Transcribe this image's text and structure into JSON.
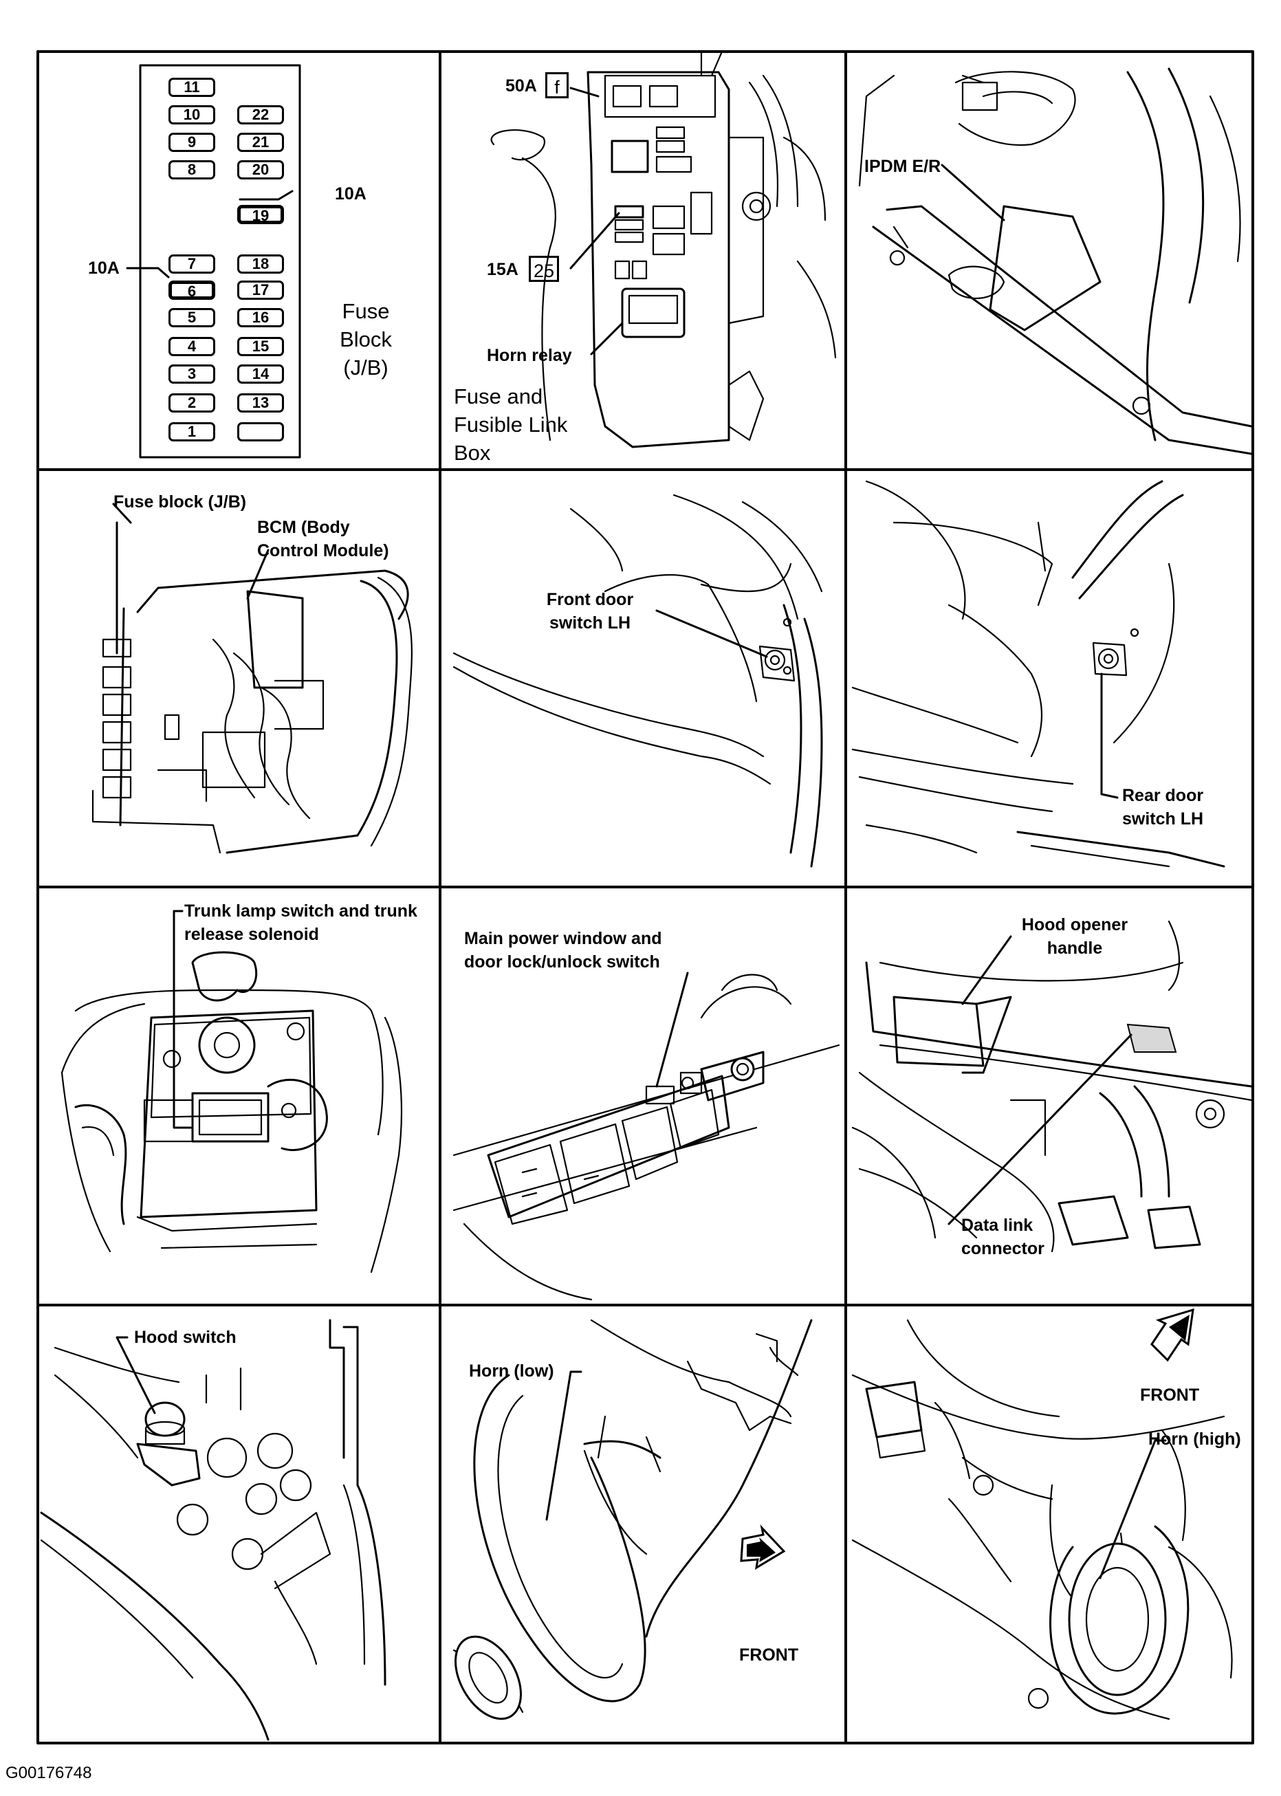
{
  "document": {
    "figure_id": "G00176748"
  },
  "panels": [
    {
      "id": "fuse-block-jb",
      "labels": {
        "title": "Fuse Block (J/B)",
        "amp_top": "10A",
        "amp_left": "10A"
      },
      "fuses": [
        "11",
        "10",
        "22",
        "9",
        "21",
        "8",
        "20",
        "19",
        "7",
        "18",
        "6",
        "17",
        "5",
        "16",
        "4",
        "15",
        "3",
        "14",
        "2",
        "13",
        "1",
        ""
      ]
    },
    {
      "id": "fuse-fusible-link-box",
      "labels": {
        "top_amp": "50A",
        "top_code": "f",
        "mid_amp": "15A",
        "mid_code": "25",
        "relay": "Horn relay",
        "title": "Fuse and Fusible Link Box"
      }
    },
    {
      "id": "ipdm",
      "labels": {
        "ipdm": "IPDM E/R"
      }
    },
    {
      "id": "bcm",
      "labels": {
        "fuse_block": "Fuse block (J/B)",
        "bcm": "BCM (Body Control Module)"
      }
    },
    {
      "id": "front-door-switch",
      "labels": {
        "switch": "Front door switch LH"
      }
    },
    {
      "id": "rear-door-switch",
      "labels": {
        "switch": "Rear door switch LH"
      }
    },
    {
      "id": "trunk",
      "labels": {
        "switch": "Trunk lamp switch and trunk release solenoid"
      }
    },
    {
      "id": "power-window",
      "labels": {
        "switch": "Main power window and door lock/unlock switch"
      }
    },
    {
      "id": "hood-opener",
      "labels": {
        "handle": "Hood opener handle",
        "dlc": "Data link connector"
      }
    },
    {
      "id": "hood-switch",
      "labels": {
        "switch": "Hood switch"
      }
    },
    {
      "id": "horn-low",
      "labels": {
        "horn": "Horn (low)",
        "front": "FRONT"
      }
    },
    {
      "id": "horn-high",
      "labels": {
        "horn": "Horn (high)",
        "front": "FRONT"
      }
    }
  ]
}
